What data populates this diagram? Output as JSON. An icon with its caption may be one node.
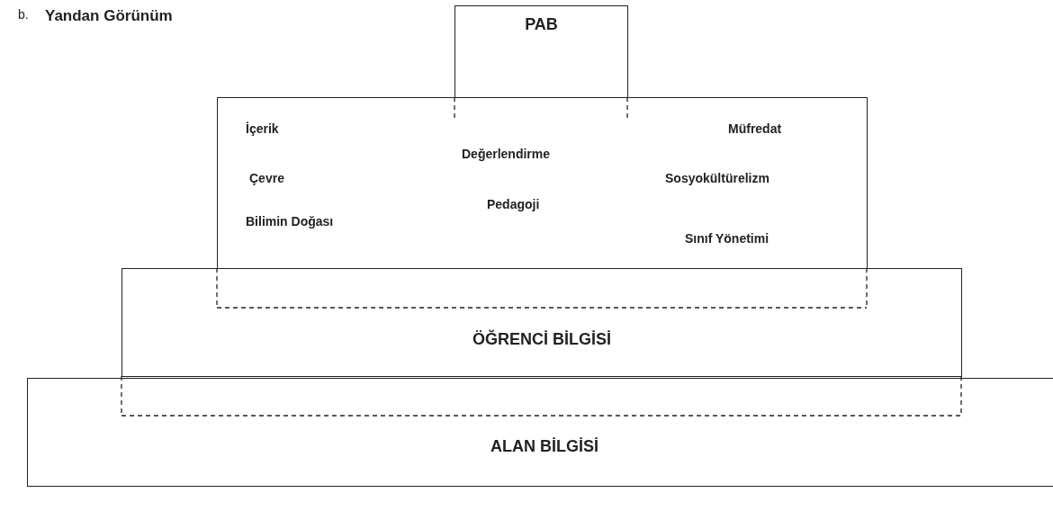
{
  "diagram": {
    "nodes": [
      {
        "text": [
          "PAB"
        ]
      },
      {
        "text": [
          "İçerik",
          "Müfredat",
          "Değerlendirme",
          "Çevre",
          "Sosyokültürelizm",
          "Pedagoji",
          "Bilimin Doğası",
          "Sınıf Yönetimi"
        ]
      },
      {
        "text": [
          "ÖĞRENCİ BİLGİSİ"
        ]
      },
      {
        "text": [
          "ALAN BİLGİSİ"
        ]
      }
    ],
    "edges": [],
    "labels": [
      "b.",
      "Yandan Görünüm"
    ]
  }
}
